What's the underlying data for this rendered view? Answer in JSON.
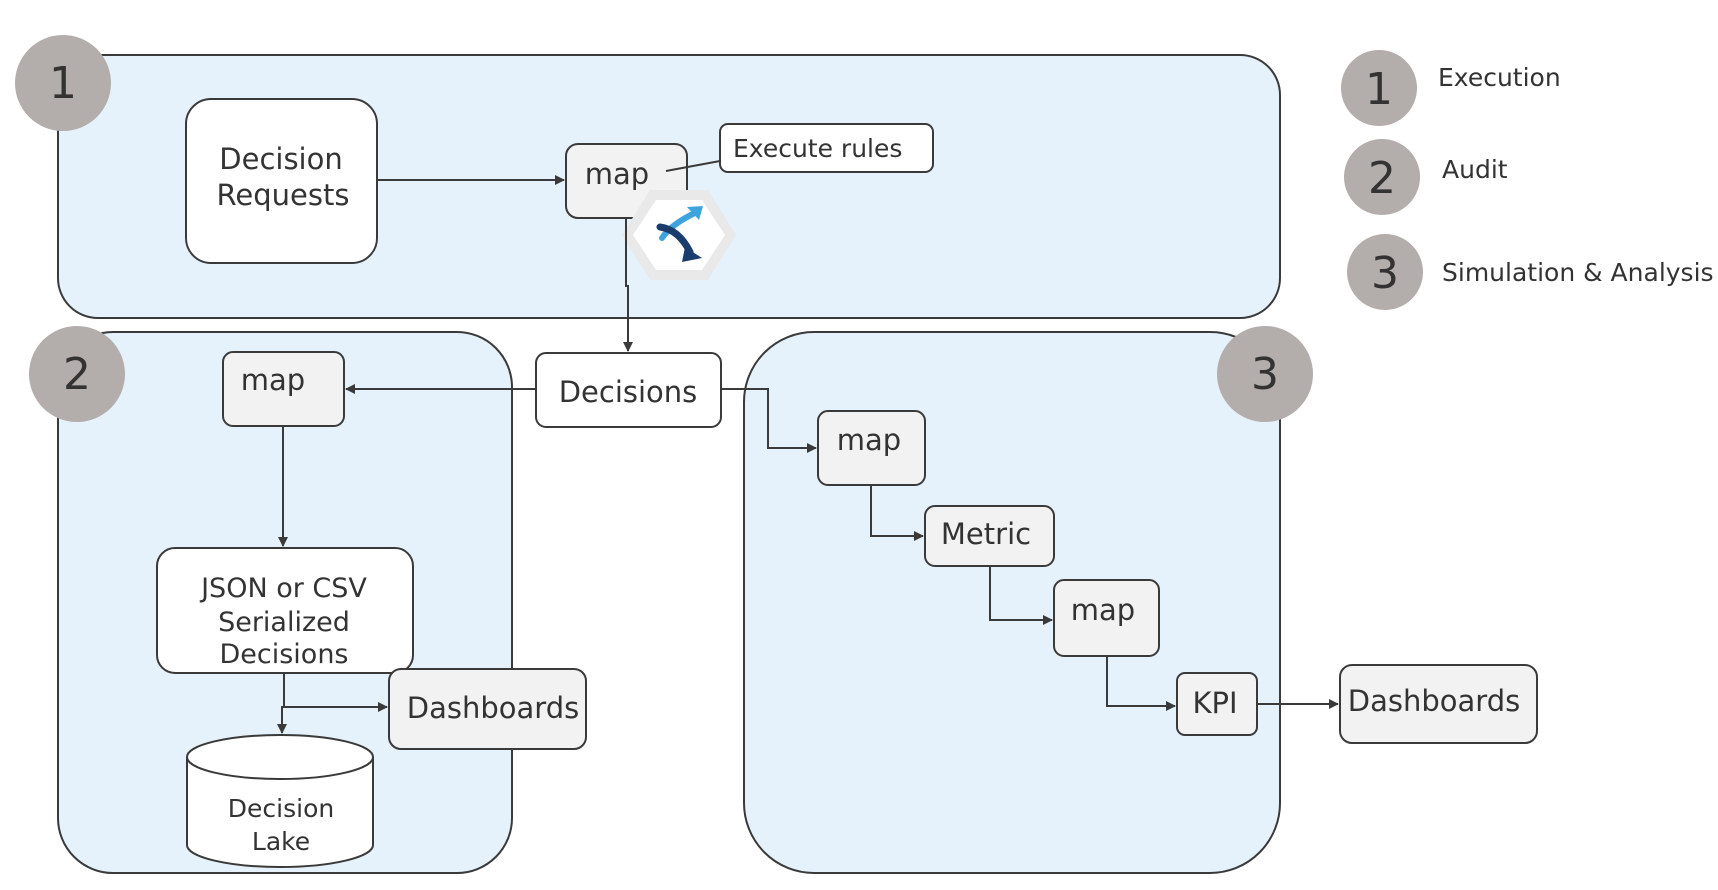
{
  "colors": {
    "panel_fill": "#e5f2fc",
    "outline": "#3a3a3a",
    "badge_fill": "#b3adab",
    "process_fill": "#f2f2f2",
    "data_fill": "#ffffff",
    "logo_light": "#3fa3de",
    "logo_dark": "#1a3d6e"
  },
  "panels": {
    "execution": {
      "badge": "1"
    },
    "audit": {
      "badge": "2"
    },
    "simulation": {
      "badge": "3"
    }
  },
  "legend": [
    {
      "badge": "1",
      "label": "Execution"
    },
    {
      "badge": "2",
      "label": "Audit"
    },
    {
      "badge": "3",
      "label": "Simulation & Analysis"
    }
  ],
  "nodes": {
    "decision_requests": {
      "lines": [
        "Decision",
        "Requests"
      ]
    },
    "map_execute": {
      "label": "map"
    },
    "execute_rules_callout": {
      "label": "Execute rules"
    },
    "decisions": {
      "label": "Decisions"
    },
    "map_audit": {
      "label": "map"
    },
    "serialized": {
      "lines": [
        "JSON or CSV",
        "Serialized",
        "Decisions"
      ]
    },
    "dashboards_audit": {
      "label": "Dashboards"
    },
    "decision_lake": {
      "lines": [
        "Decision",
        "Lake"
      ]
    },
    "map_sim_1": {
      "label": "map"
    },
    "metric": {
      "label": "Metric"
    },
    "map_sim_2": {
      "label": "map"
    },
    "kpi": {
      "label": "KPI"
    },
    "dashboards_sim": {
      "label": "Dashboards"
    }
  },
  "icons": {
    "rules_engine": "decision-service-logo-icon"
  }
}
